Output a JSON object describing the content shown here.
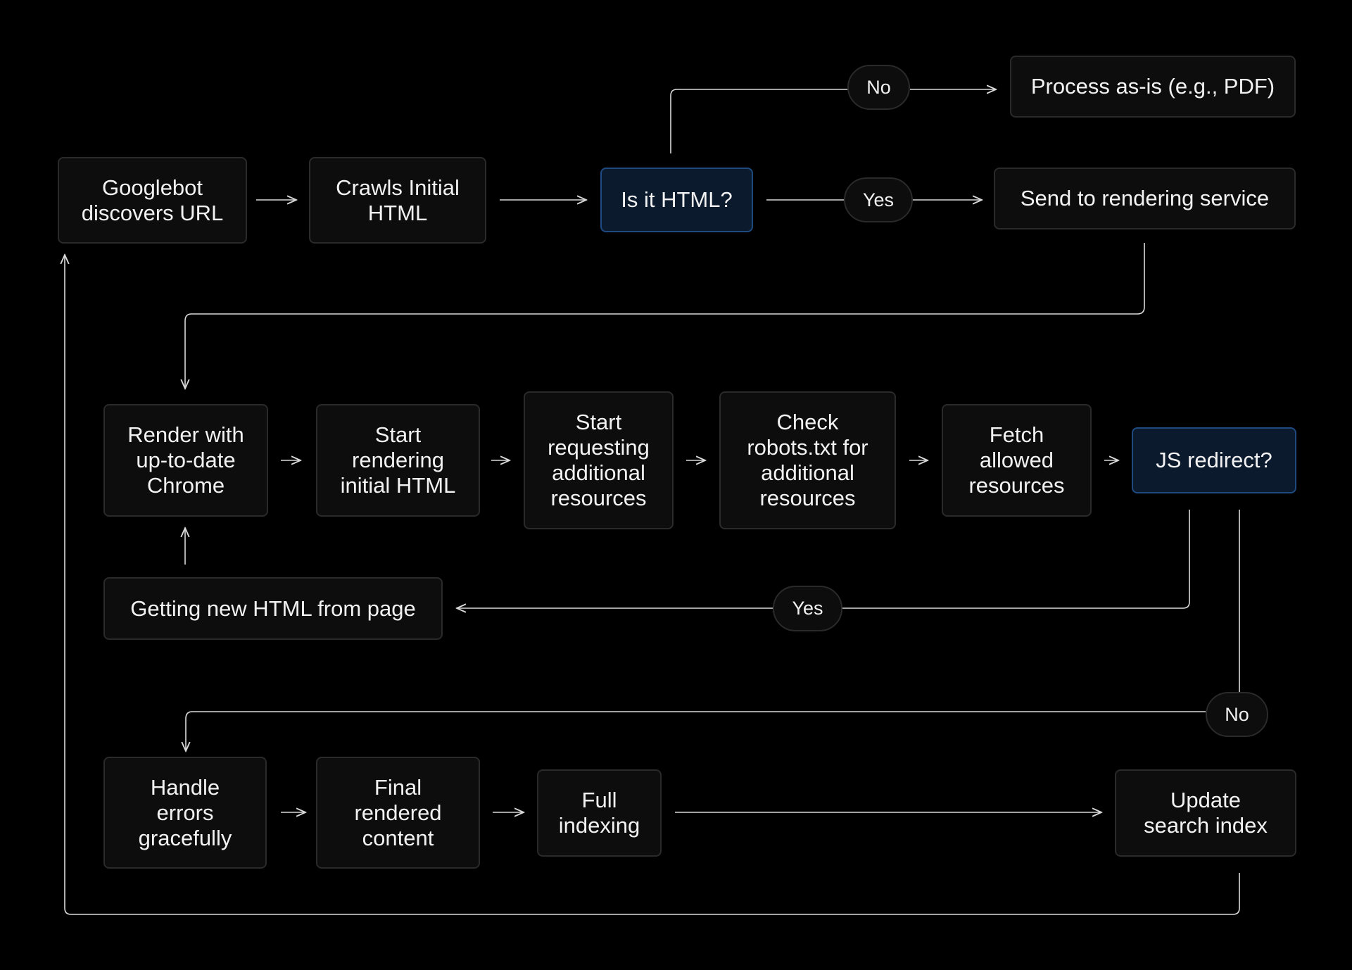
{
  "nodes": {
    "discover": "Googlebot\ndiscovers URL",
    "crawl": "Crawls Initial\nHTML",
    "is_html": "Is it HTML?",
    "process_asis": "Process as-is (e.g., PDF)",
    "send_render": "Send to rendering service",
    "render_chrome": "Render with\nup-to-date\nChrome",
    "start_rendering": "Start\nrendering\ninitial HTML",
    "start_requesting": "Start\nrequesting\nadditional\nresources",
    "check_robots": "Check\nrobots.txt for\nadditional\nresources",
    "fetch_allowed": "Fetch\nallowed\nresources",
    "js_redirect": "JS redirect?",
    "new_html": "Getting new HTML from page",
    "handle_errors": "Handle\nerrors\ngracefully",
    "final_content": "Final\nrendered\ncontent",
    "full_indexing": "Full\nindexing",
    "update_index": "Update\nsearch index"
  },
  "labels": {
    "html_no": "No",
    "html_yes": "Yes",
    "redirect_yes": "Yes",
    "redirect_no": "No"
  },
  "colors": {
    "background": "#000000",
    "node_fill": "#0d0d0d",
    "node_border": "#2a2a2a",
    "decision_fill": "#0c1a2e",
    "decision_border": "#1e4a80",
    "line": "#d9d9d9",
    "text": "#f2f2f2"
  }
}
